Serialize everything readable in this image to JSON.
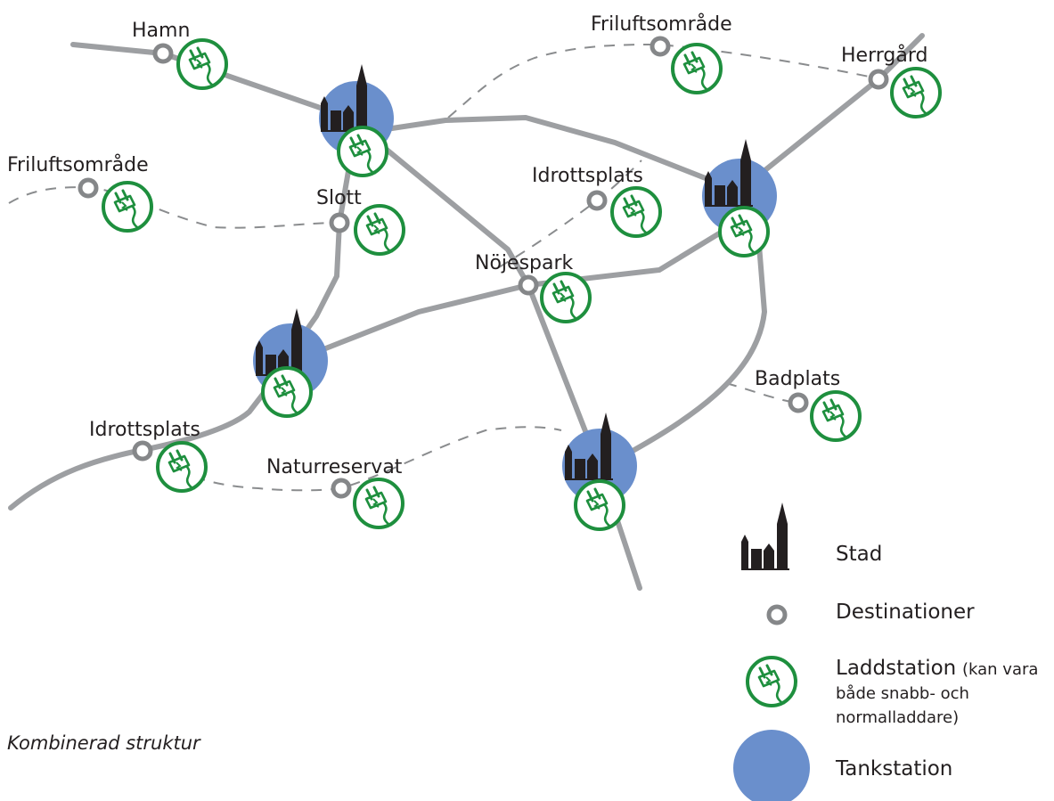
{
  "colors": {
    "road": "#9d9fa2",
    "path": "#8a8c8e",
    "tank": "#6a8fcc",
    "charger": "#1e8f3e",
    "city": "#231f20",
    "destination": "#858789"
  },
  "icons": {
    "city": "city-skyline-icon",
    "destination": "destination-ring-icon",
    "charger": "ev-plug-icon",
    "tank": "tank-station-icon"
  },
  "labels": {
    "hamn": "Hamn",
    "friluft_top": "Friluftsområde",
    "herrgard": "Herrgård",
    "friluft_left": "Friluftsområde",
    "slott": "Slott",
    "idrott_mid": "Idrottsplats",
    "nojespark": "Nöjespark",
    "badplats": "Badplats",
    "idrott_left": "Idrottsplats",
    "naturreservat": "Naturreservat"
  },
  "legend": {
    "stad": "Stad",
    "destinationer": "Destinationer",
    "laddstation": "Laddstation",
    "laddstation_note1": "(kan vara",
    "laddstation_note2": "både snabb-  och",
    "laddstation_note3": "normalladdare)",
    "tankstation": "Tankstation"
  },
  "caption": "Kombinerad struktur"
}
